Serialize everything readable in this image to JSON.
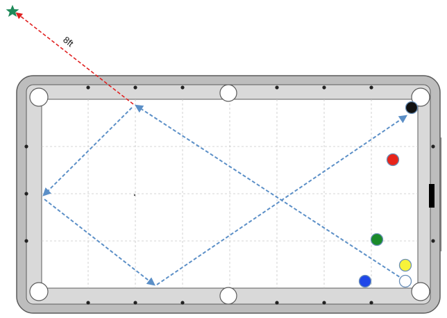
{
  "diagram": {
    "distance_label": "8ft",
    "colors": {
      "rail": "#bdbdbd",
      "rail_stroke": "#5a5a5a",
      "cushion": "#d9d9d9",
      "felt": "#ffffff",
      "grid": "#c6c6c6",
      "shot_path": "#5b8fc7",
      "aim_line": "#e02020",
      "star": "#1f8a5a",
      "diamond": "#222222"
    },
    "icons": [
      "aim-star-icon",
      "table-handle-icon"
    ],
    "balls": [
      {
        "name": "black-ball",
        "color": "#111111"
      },
      {
        "name": "red-ball",
        "color": "#e8241a"
      },
      {
        "name": "green-ball",
        "color": "#1a8a2a"
      },
      {
        "name": "yellow-ball",
        "color": "#f7f23a"
      },
      {
        "name": "blue-ball",
        "color": "#1f47e8"
      },
      {
        "name": "cue-ball",
        "color": "#ffffff"
      }
    ]
  }
}
